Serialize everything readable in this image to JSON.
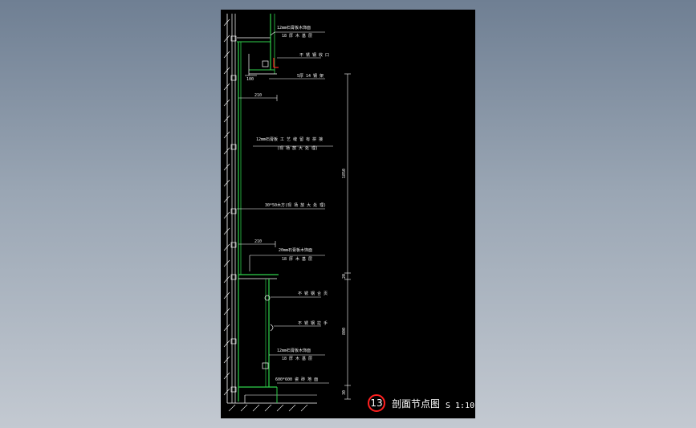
{
  "drawing": {
    "title_number": "13",
    "title": "剖面节点图",
    "scale": "S 1:10",
    "colors": {
      "background": "#000000",
      "outer": "#8a96a6",
      "panel": "#2fd14b",
      "line": "#ffffff",
      "accent": "#ff2020"
    },
    "annotations": [
      {
        "id": "a1",
        "text": "12mm石膏板木饰面"
      },
      {
        "id": "a2",
        "text": "18 厚 木 基 层"
      },
      {
        "id": "a3",
        "text": "不 锈 钢 收 口"
      },
      {
        "id": "a4",
        "text": "5厚 14 钢 架"
      },
      {
        "id": "a5",
        "text": "12mm石膏板 工 艺 缝 留 有 拼 接"
      },
      {
        "id": "a6",
        "text": "(现 场 放 大 处 理)"
      },
      {
        "id": "a7",
        "text": "30*50木方(现 场 放 大 处 理)"
      },
      {
        "id": "a8",
        "text": "20mm石膏板木饰面"
      },
      {
        "id": "a9",
        "text": "18 厚 木 基 层"
      },
      {
        "id": "a10",
        "text": "不 锈 钢 合 页"
      },
      {
        "id": "a11",
        "text": "不 锈 钢 拉 手"
      },
      {
        "id": "a12",
        "text": "12mm石膏板木饰面"
      },
      {
        "id": "a13",
        "text": "18 厚 木 基 层"
      },
      {
        "id": "a14",
        "text": "600*600 瓷 砖 地 面"
      }
    ],
    "dimensions": {
      "left_a": "100",
      "left_b": "210",
      "left_c": "210",
      "right_top": "1850",
      "right_mid": "20",
      "right_low": "800",
      "right_bottom": "30"
    }
  }
}
